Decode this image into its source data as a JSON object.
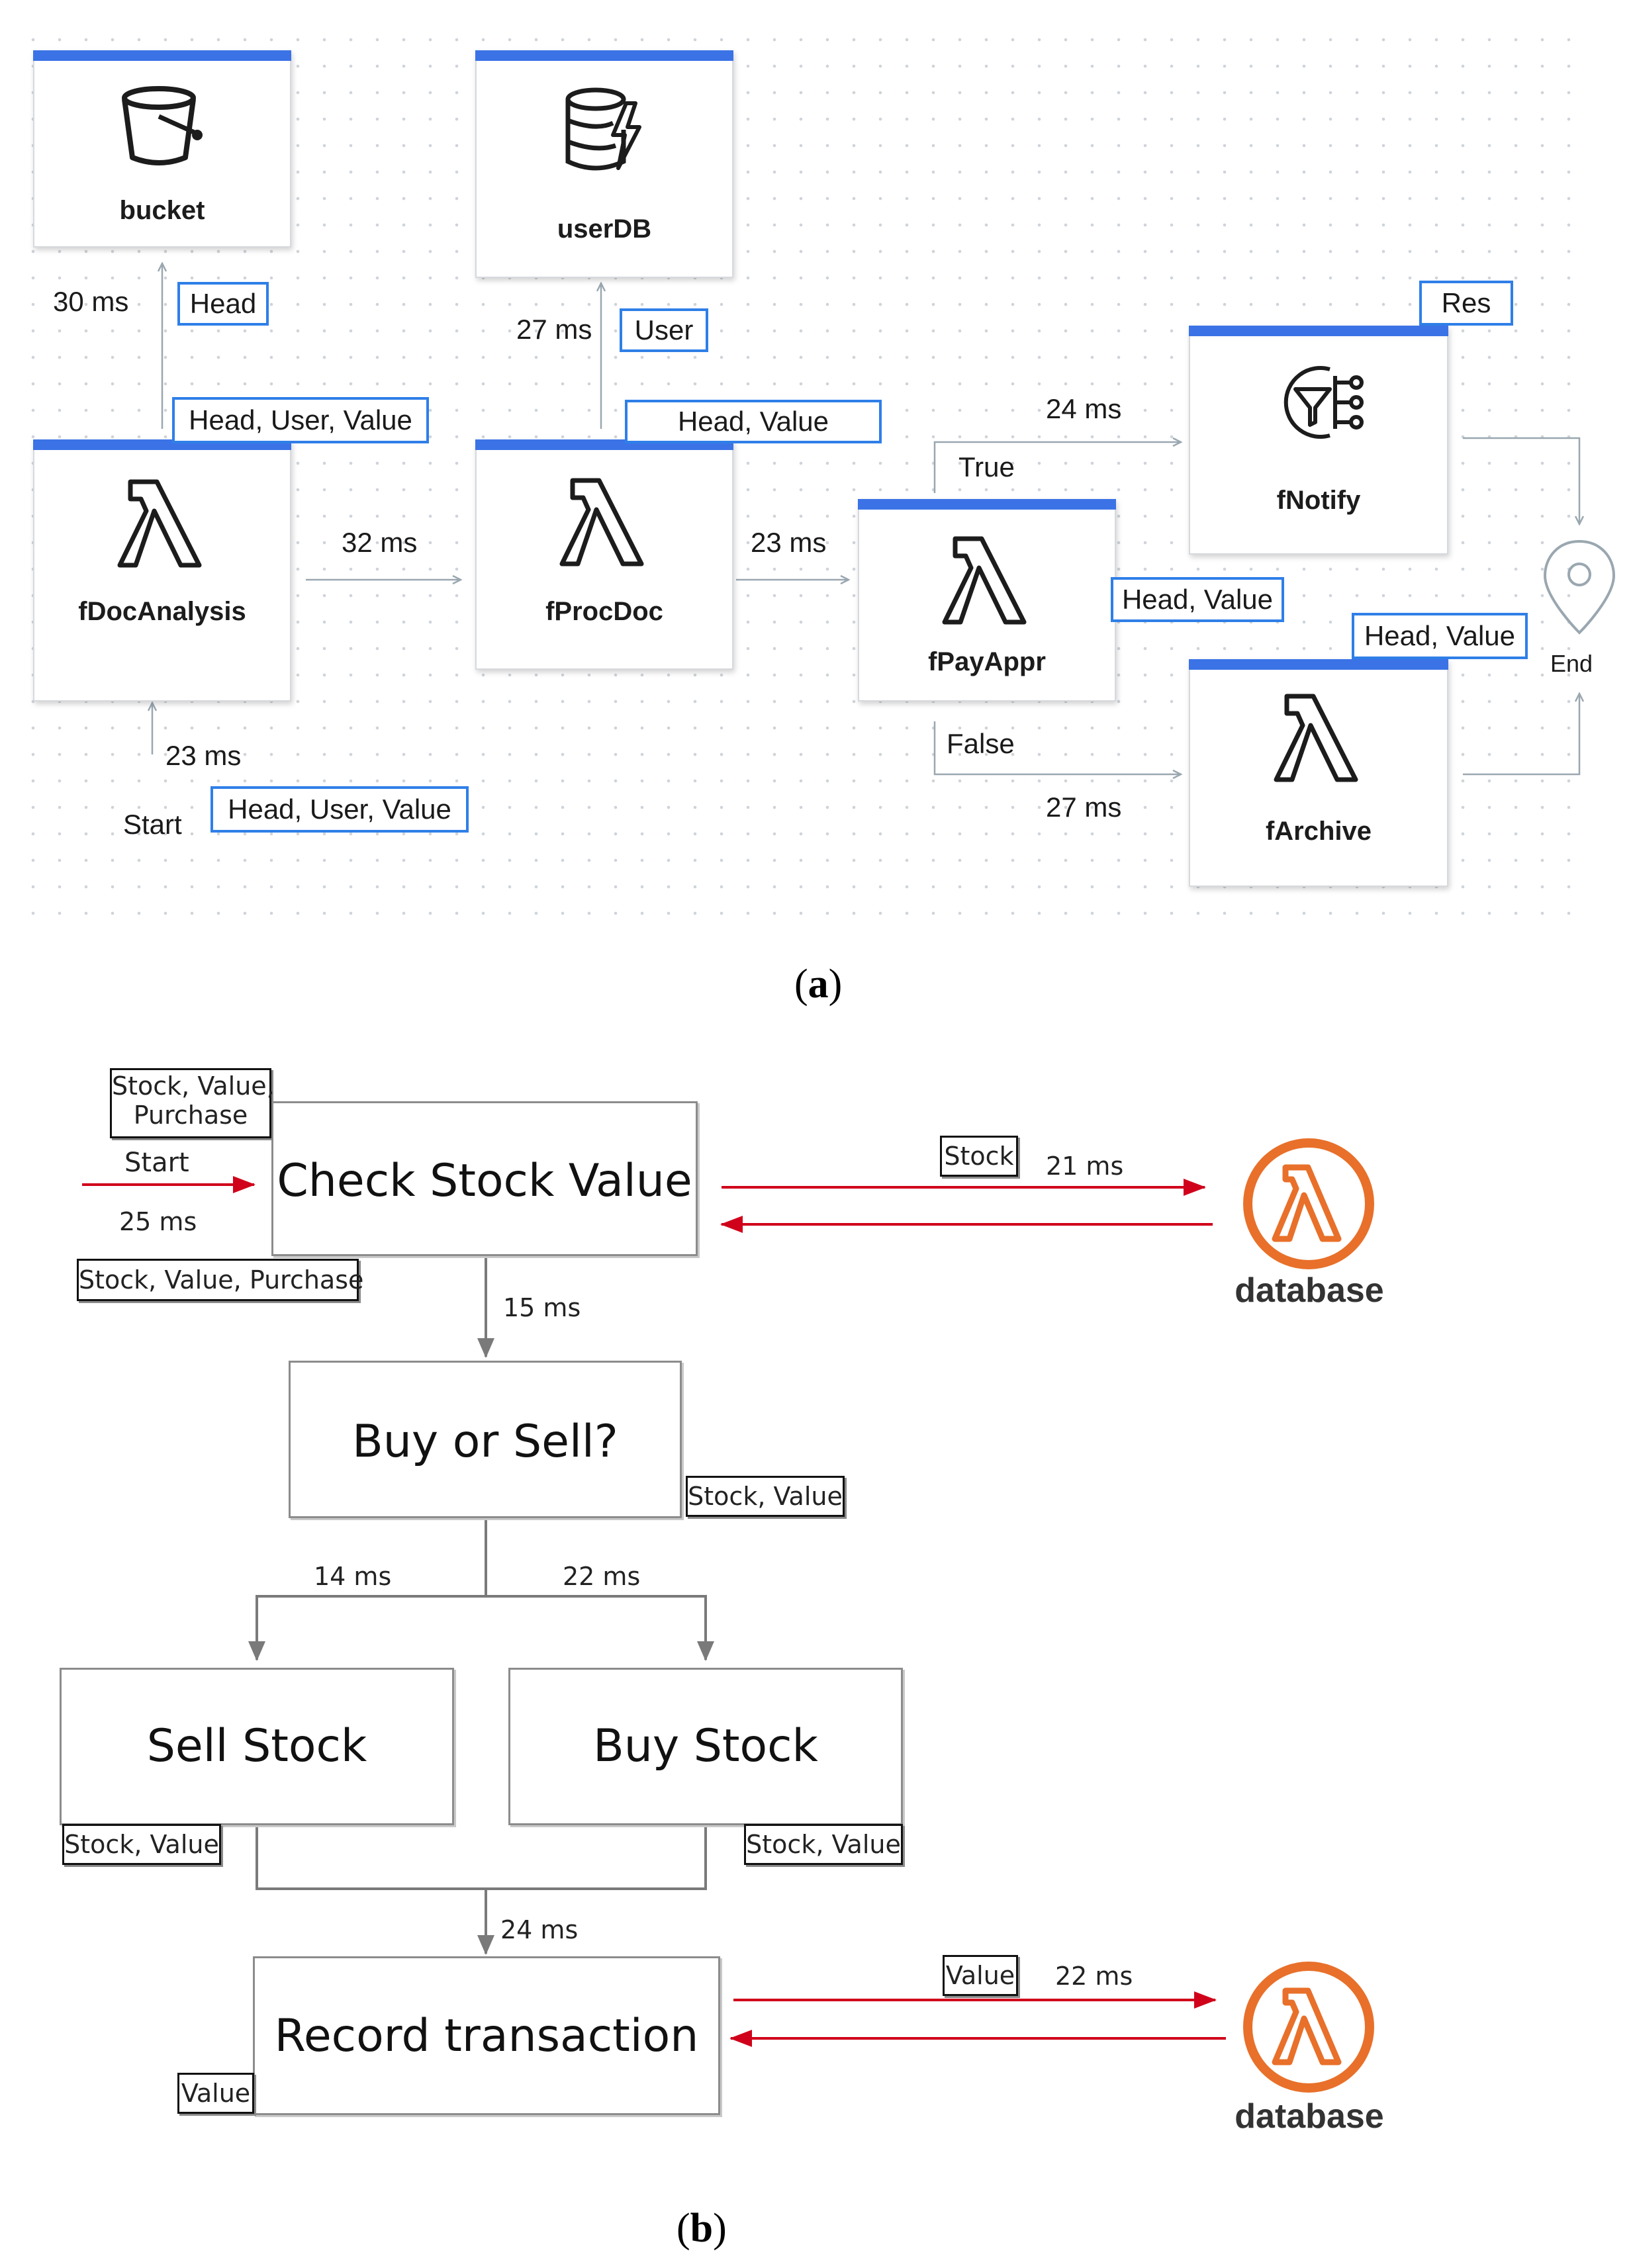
{
  "diagram_a": {
    "caption": "a",
    "nodes": {
      "bucket": "bucket",
      "userdb": "userDB",
      "fdocanalysis": "fDocAnalysis",
      "fprocdoc": "fProcDoc",
      "fpayappr": "fPayAppr",
      "fnotify": "fNotify",
      "farchive": "fArchive",
      "end": "End"
    },
    "edges": {
      "start_label": "Start",
      "start_ms": "23 ms",
      "bucket_ms": "30 ms",
      "userdb_ms": "27 ms",
      "analysis_to_proc_ms": "32 ms",
      "proc_to_pay_ms": "23 ms",
      "true_label": "True",
      "true_ms": "24 ms",
      "false_label": "False",
      "false_ms": "27 ms"
    },
    "tags": {
      "start_tag": "Head, User, Value",
      "bucket_tag": "Head",
      "analysis_tag": "Head, User, Value",
      "userdb_tag": "User",
      "proc_tag": "Head, Value",
      "pay_tag": "Head, Value",
      "notify_tag": "Res",
      "archive_tag": "Head, Value"
    },
    "colors": {
      "accent": "#3b73e6",
      "tag_border": "#2f7fe8",
      "edge": "#9aa7b0"
    }
  },
  "diagram_b": {
    "caption": "b",
    "boxes": {
      "check": "Check Stock Value",
      "buysell": "Buy or Sell?",
      "sell": "Sell Stock",
      "buy": "Buy Stock",
      "record": "Record transaction"
    },
    "labels": {
      "start": "Start",
      "start_ms": "25 ms",
      "check_db_ms": "21 ms",
      "check_to_buysell_ms": "15 ms",
      "to_sell_ms": "14 ms",
      "to_buy_ms": "22 ms",
      "to_record_ms": "24 ms",
      "record_db_ms": "22 ms"
    },
    "tags": {
      "start_tag_line1": "Stock, Value,",
      "start_tag_line2": "Purchase",
      "check_out_tag": "Stock, Value, Purchase",
      "check_db_tag": "Stock",
      "buysell_tag": "Stock, Value",
      "sell_tag": "Stock, Value",
      "buy_tag": "Stock, Value",
      "record_tag": "Value",
      "record_db_tag": "Value"
    },
    "database_label": "database",
    "colors": {
      "arrow": "#d0021b",
      "lambda": "#e8702a",
      "flow": "#8c8c8c"
    }
  }
}
